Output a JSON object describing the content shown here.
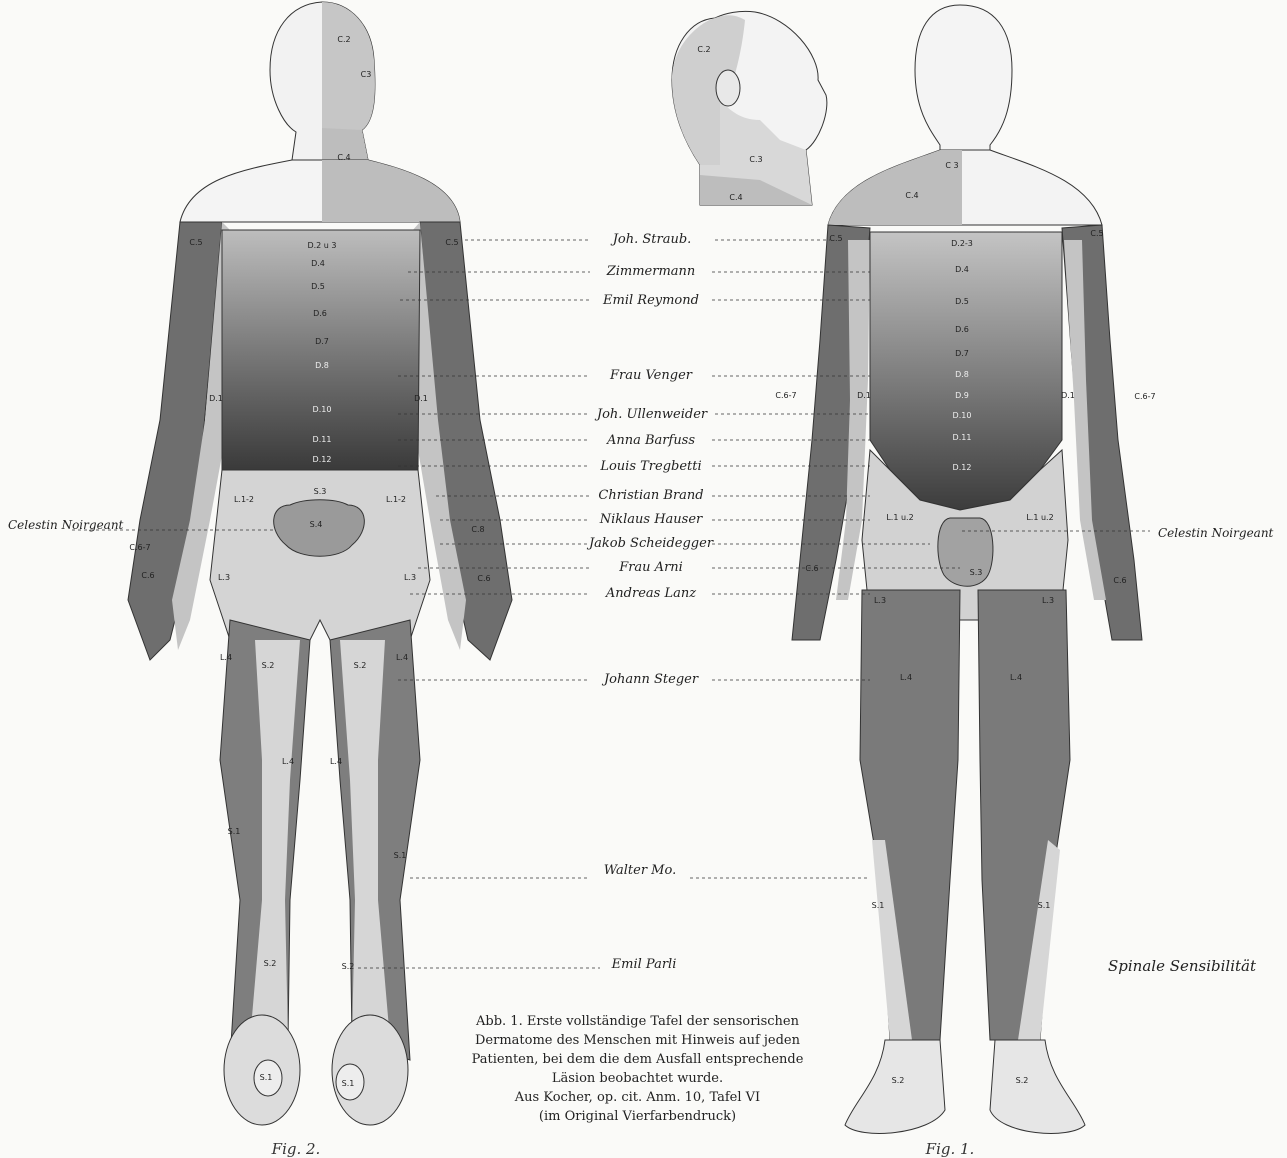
{
  "figures": {
    "back_caption": "Fig. 2.",
    "front_caption": "Fig. 1.",
    "side_title": "Spinale Sensibilität"
  },
  "caption_lines": [
    "Abb. 1. Erste vollständige Tafel der sensorischen",
    "Dermatome des Menschen mit Hinweis auf jeden",
    "Patienten, bei dem die dem Ausfall entsprechende",
    "Läsion beobachtet wurde.",
    "Aus Kocher, op. cit. Anm. 10, Tafel VI",
    "(im Original Vierfarbendruck)"
  ],
  "patients": [
    "Joh. Straub.",
    "Zimmermann",
    "Emil Reymond",
    "Frau Venger",
    "Joh. Ullenweider",
    "Anna Barfuss",
    "Louis Tregbetti",
    "Christian Brand",
    "Niklaus Hauser",
    "Jakob Scheidegger",
    "Frau Arni",
    "Andreas Lanz",
    "Johann Steger",
    "Walter Mo.",
    "Emil Parli"
  ],
  "side_patient": "Celestin Noirgeant",
  "back_labels": {
    "c2": "C.2",
    "c3": "C3",
    "c4": "C.4",
    "c5l": "C.5",
    "c5r": "C.5",
    "d23": "D.2 u 3",
    "d4": "D.4",
    "d5": "D.5",
    "d6": "D.6",
    "d7": "D.7",
    "d8": "D.8",
    "d10": "D.10",
    "d11": "D.11",
    "d12": "D.12",
    "d1l": "D.1",
    "d1r": "D.1",
    "l12l": "L.1-2",
    "l12r": "L.1-2",
    "s3": "S.3",
    "s4": "S.4",
    "c67": "C.6-7",
    "c8": "C.8",
    "c6l": "C.6",
    "c6r": "C.6",
    "l3l": "L.3",
    "l3r": "L.3",
    "l4a": "L.4",
    "l4b": "L.4",
    "l4c": "L.4",
    "l4d": "L.4",
    "s2a": "S.2",
    "s2b": "S.2",
    "s2c": "S.2",
    "s2d": "S.2",
    "s1a": "S.1",
    "s1b": "S.1",
    "s1c": "S.1",
    "s1d": "S.1"
  },
  "head_labels": {
    "c2": "C.2",
    "c3": "C.3",
    "c4": "C.4"
  },
  "front_labels": {
    "c3": "C 3",
    "c4": "C.4",
    "c5l": "C.5",
    "c5r": "C.5",
    "d23": "D.2-3",
    "d4": "D.4",
    "d5": "D.5",
    "d6": "D.6",
    "d7": "D.7",
    "d8": "D.8",
    "d9": "D.9",
    "d10": "D.10",
    "d11": "D.11",
    "d12": "D.12",
    "d1l": "D.1",
    "d1r": "D.1",
    "c67l": "C.6-7",
    "c67r": "C.6-7",
    "l12l": "L.1 u.2",
    "l12r": "L.1 u.2",
    "s3": "S.3",
    "c6l": "C.6",
    "c6r": "C.6",
    "l3l": "L.3",
    "l3r": "L.3",
    "l4l": "L.4",
    "l4r": "L.4",
    "s1l": "S.1",
    "s1r": "S.1",
    "s2l": "S.2",
    "s2r": "S.2"
  },
  "shade_colors": {
    "pale": "#e4e4e4",
    "light": "#c8c8c8",
    "mid": "#a2a2a2",
    "dark": "#7c7c7c",
    "darker": "#5c5c5c",
    "darkest": "#3c3c3c"
  }
}
